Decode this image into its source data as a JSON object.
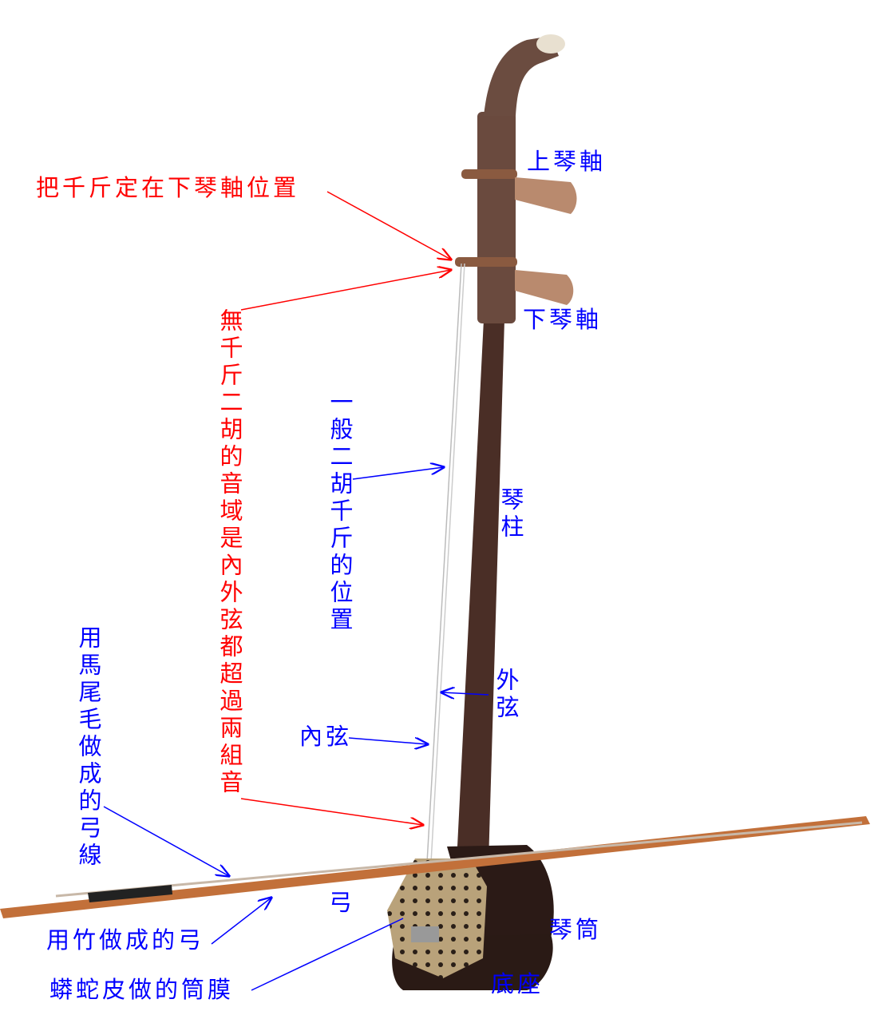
{
  "title_note": "把千斤定在下琴軸位置",
  "labels": {
    "upper_peg": "上琴軸",
    "lower_peg": "下琴軸",
    "no_qianjin_note": "無千斤二胡的音域是內外弦都超過兩組音",
    "qianjin_position": "一般二胡千斤的位置",
    "neck": "琴柱",
    "outer_string": "外弦",
    "inner_string": "內弦",
    "bow_hair": "用馬尾毛做成的弓線",
    "bow": "弓",
    "bamboo_bow": "用竹做成的弓",
    "snakeskin": "蟒蛇皮做的筒膜",
    "resonator": "琴筒",
    "base": "底座"
  },
  "colors": {
    "red": "#ff0000",
    "blue": "#0000ff",
    "wood": "#5a3a2e",
    "peg": "#b98a6e"
  }
}
